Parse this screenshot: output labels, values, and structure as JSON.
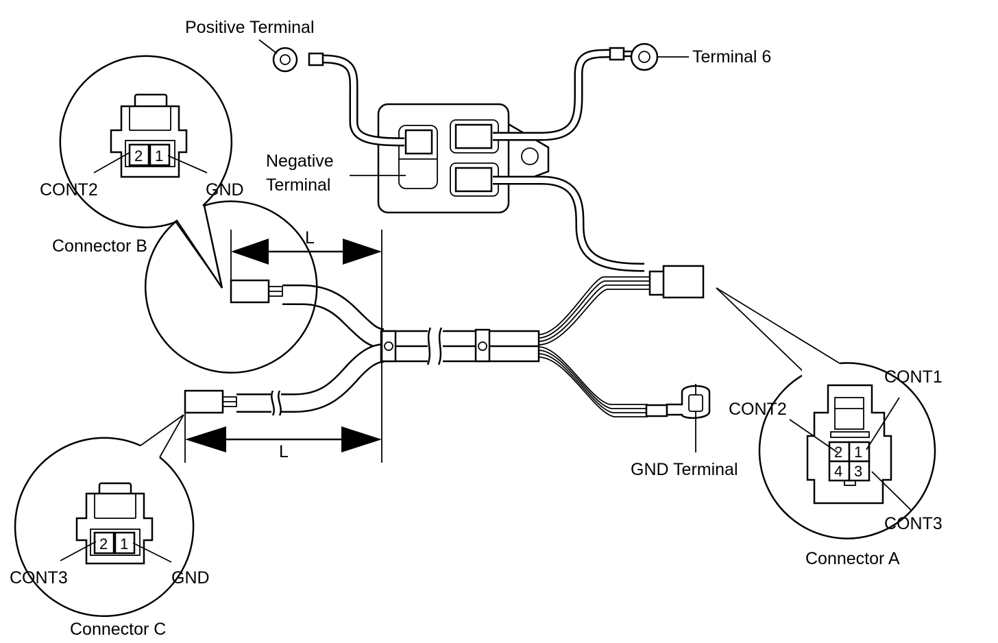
{
  "diagram": {
    "labels": {
      "positive_terminal": "Positive Terminal",
      "terminal_6": "Terminal 6",
      "negative_terminal_line1": "Negative",
      "negative_terminal_line2": "Terminal",
      "gnd_terminal": "GND Terminal",
      "length_top": "L",
      "length_bottom": "L"
    },
    "connector_b": {
      "name": "Connector B",
      "pins": [
        "2",
        "1"
      ],
      "left_label": "CONT2",
      "right_label": "GND"
    },
    "connector_c": {
      "name": "Connector C",
      "pins": [
        "2",
        "1"
      ],
      "left_label": "CONT3",
      "right_label": "GND"
    },
    "connector_a": {
      "name": "Connector A",
      "pins": [
        "2",
        "1",
        "4",
        "3"
      ],
      "label_cont1": "CONT1",
      "label_cont2": "CONT2",
      "label_cont3": "CONT3"
    }
  }
}
